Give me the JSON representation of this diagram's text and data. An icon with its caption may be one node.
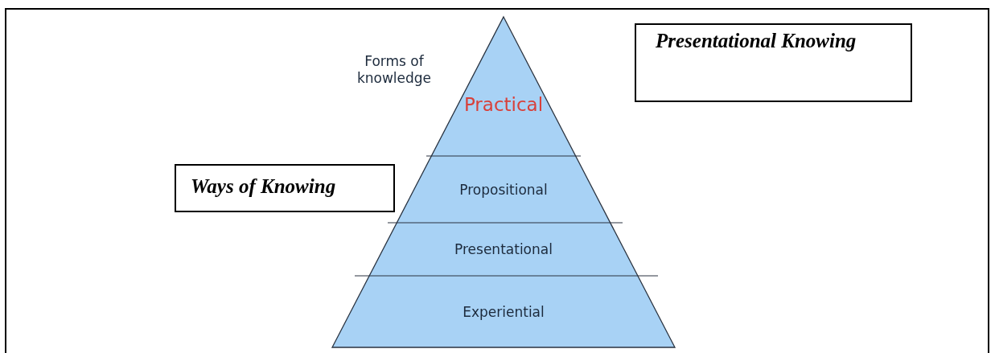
{
  "diagram": {
    "nodes": [
      {
        "text": [
          "Presentational Knowing"
        ]
      },
      {
        "text": [
          "Ways of Knowing"
        ]
      },
      {
        "text": [
          "Practical"
        ]
      },
      {
        "text": [
          "Propositional"
        ]
      },
      {
        "text": [
          "Presentational"
        ]
      },
      {
        "text": [
          "Experiential"
        ]
      }
    ],
    "labels": [
      "Forms of knowledge"
    ]
  }
}
